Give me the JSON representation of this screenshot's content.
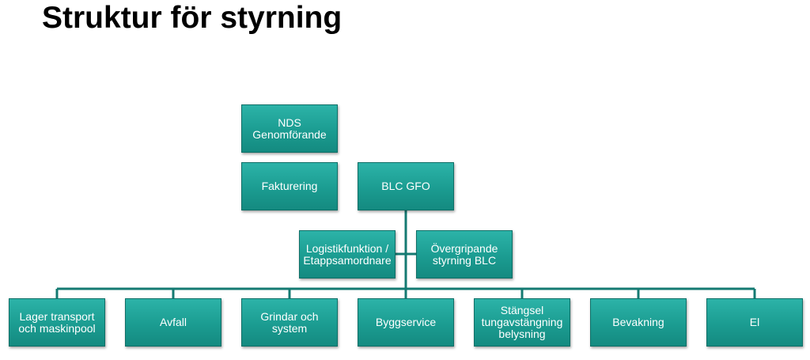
{
  "title": "Struktur för styrning",
  "colors": {
    "box_fill": "#1b9c91",
    "box_border": "#0f6f67",
    "connector": "#147a72",
    "text": "#ffffff"
  },
  "nodes": {
    "nds": "NDS\nGenomförande",
    "fakturering": "Fakturering",
    "blc_gfo": "BLC GFO",
    "logistik": "Logistikfunktion /\nEtappsamordnare",
    "overgripande": "Övergripande\nstyrning BLC",
    "lager": "Lager  transport\noch maskinpool",
    "avfall": "Avfall",
    "grindar": "Grindar och\nsystem",
    "byggservice": "Byggservice",
    "stangsel": "Stängsel\ntungavstängning\nbelysning",
    "bevakning": "Bevakning",
    "el": "El"
  }
}
